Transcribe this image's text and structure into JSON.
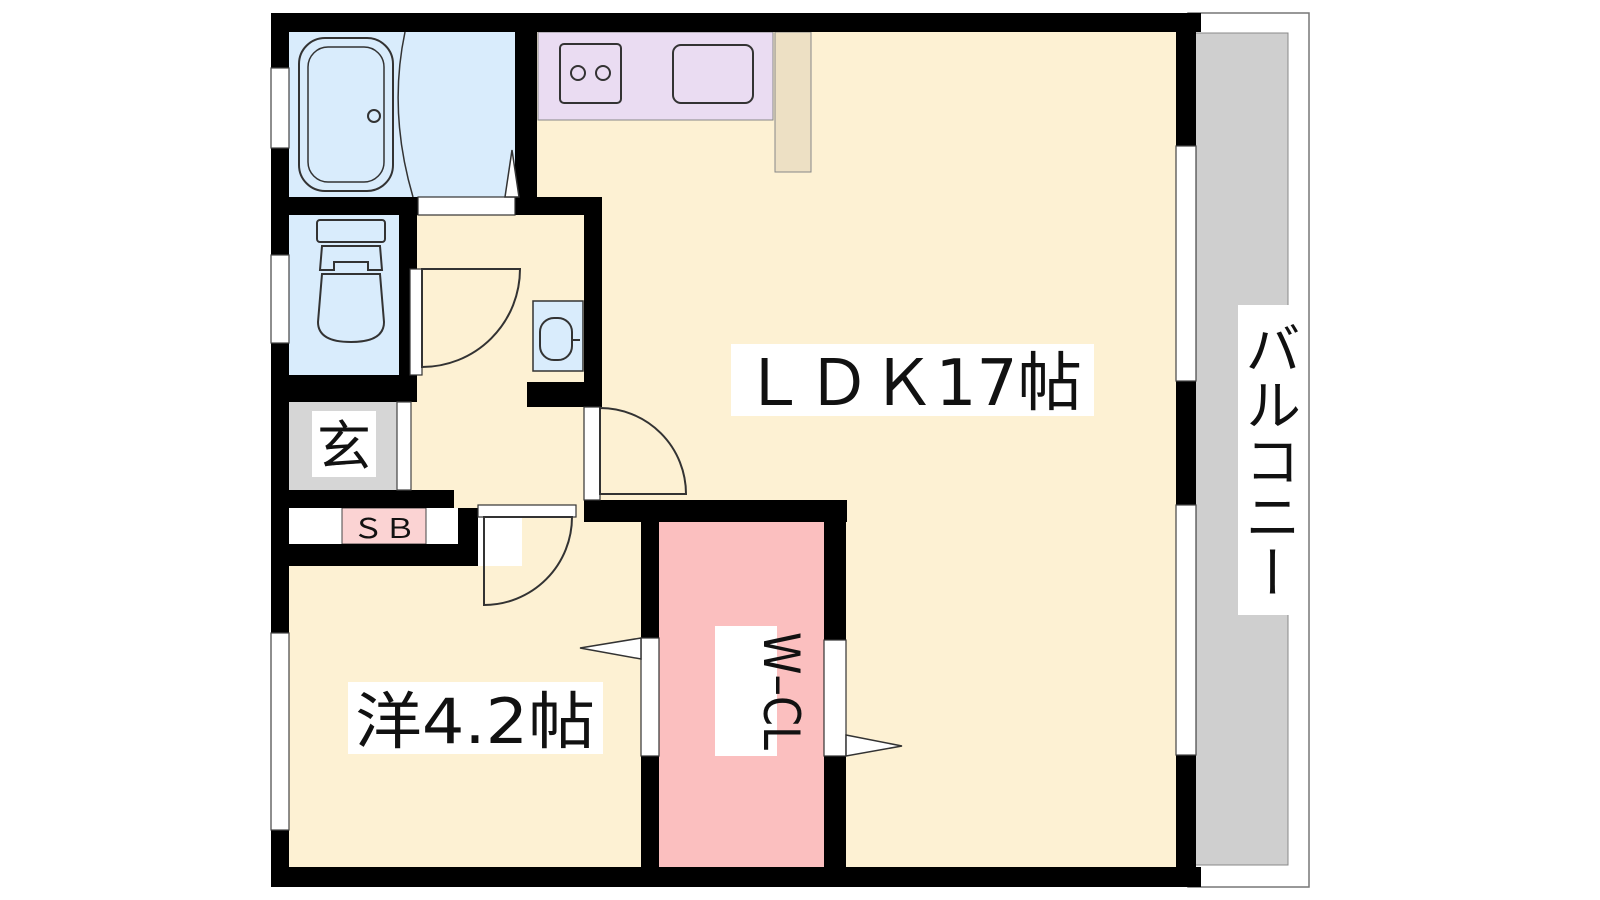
{
  "rooms": {
    "ldk": {
      "label": "ＬＤＫ17帖"
    },
    "western": {
      "label": "洋4.2帖"
    },
    "wcl": {
      "label": "W–CL"
    },
    "entrance": {
      "label": "玄"
    },
    "shoe_box": {
      "label": "ＳＢ"
    },
    "balcony": {
      "label": "バルコニー"
    }
  },
  "colors": {
    "room_floor": "#fdf1d3",
    "wet_area": "#d9ecfc",
    "kitchen": "#eadcf2",
    "closet": "#fbbfbf",
    "entrance": "#d6d6d6",
    "balcony": "#cfcfcf",
    "counter": "#ede0c4",
    "wall": "#000000"
  }
}
